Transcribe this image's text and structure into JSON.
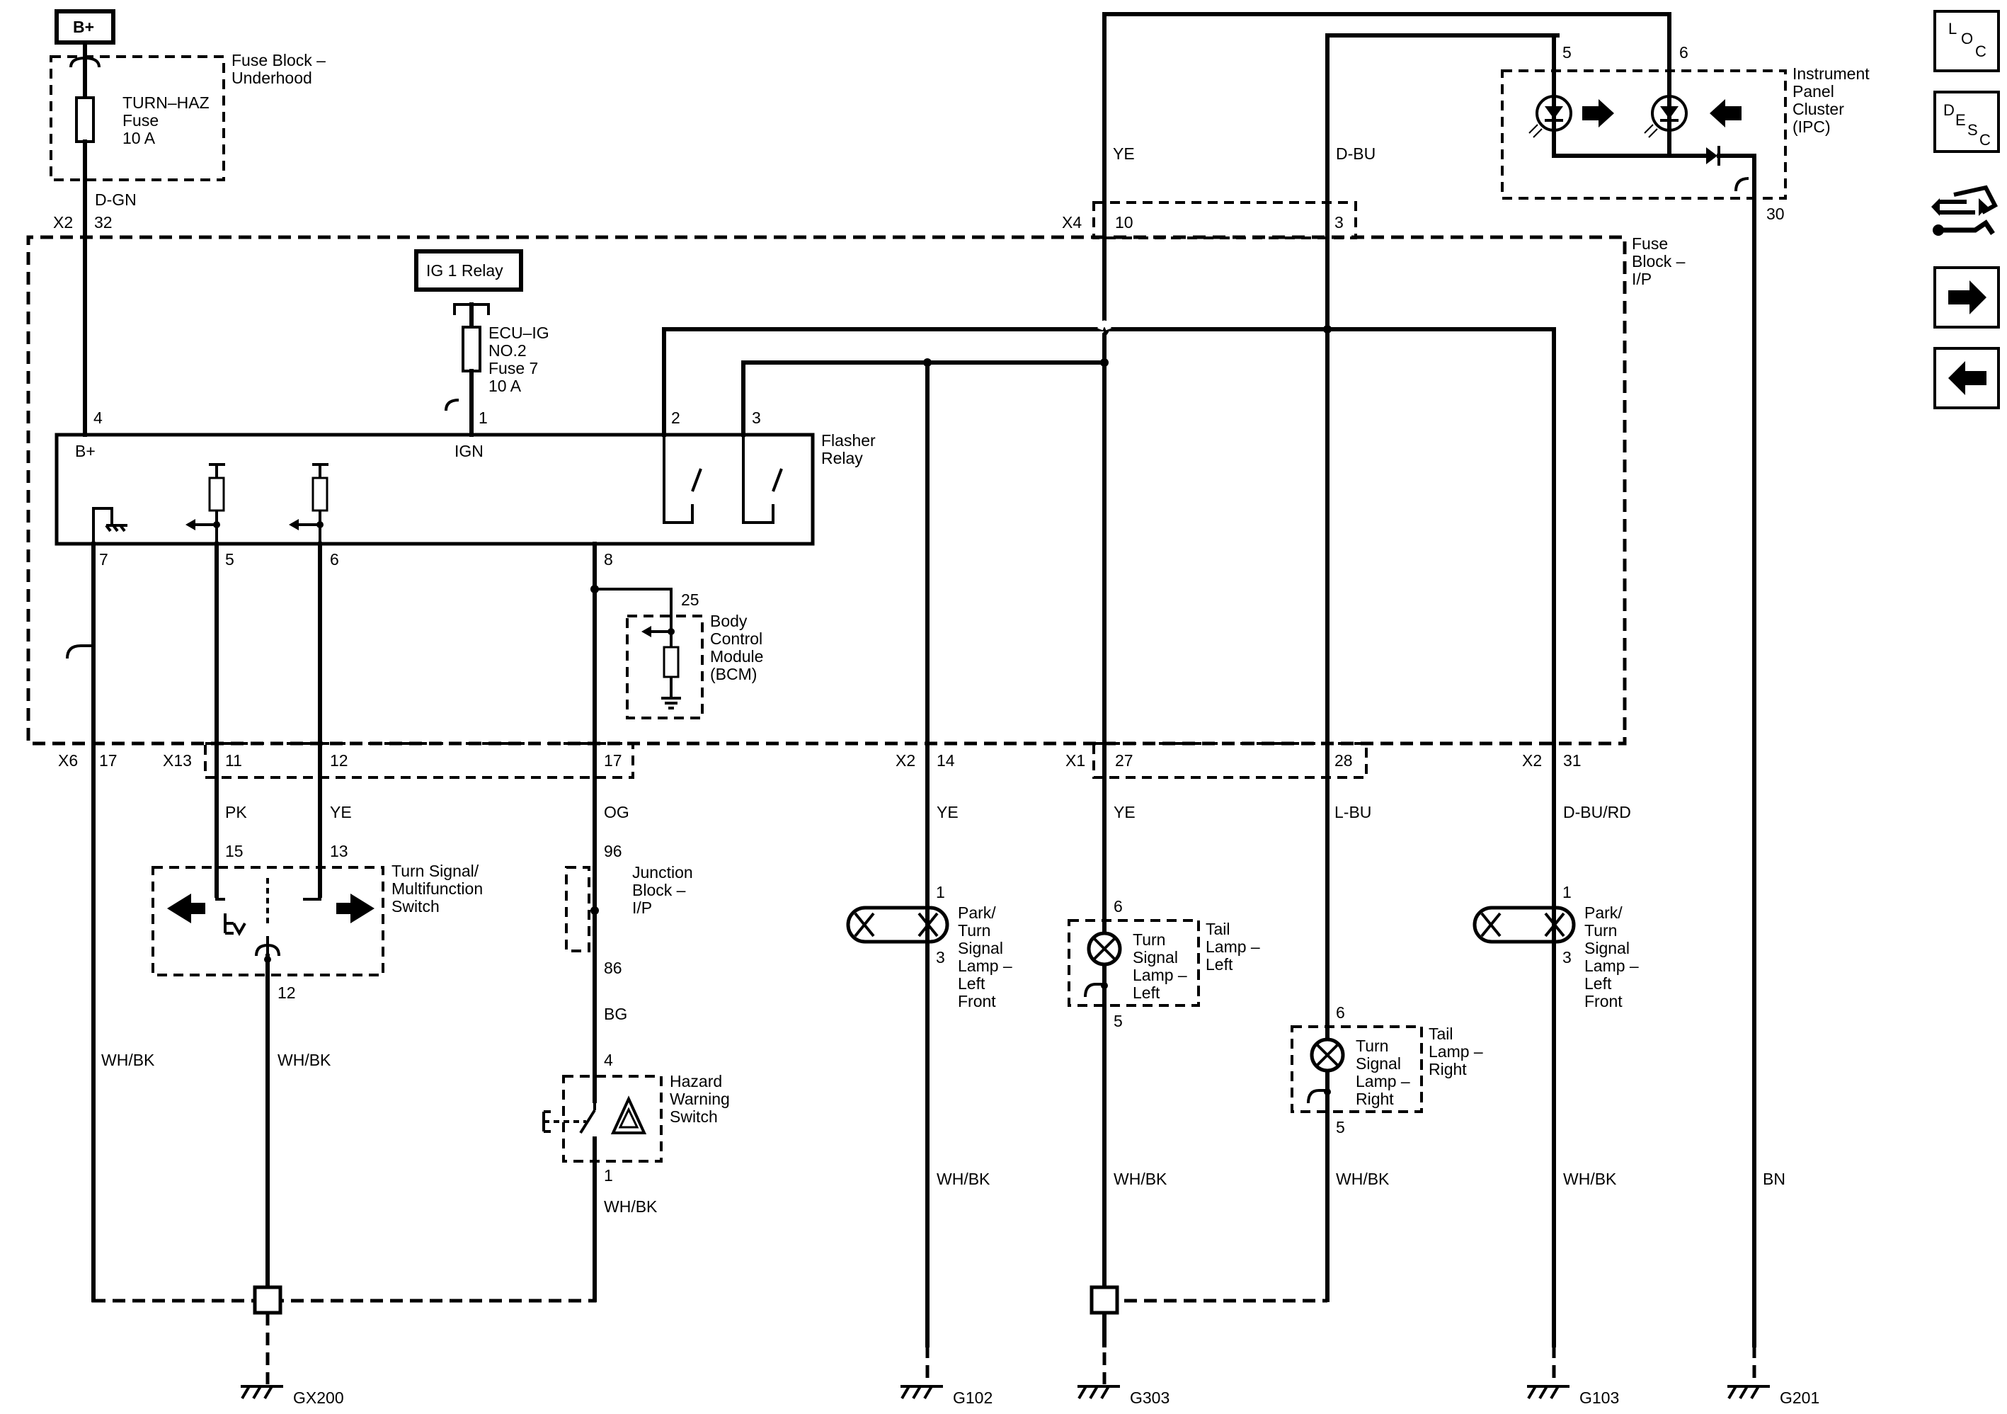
{
  "fuse_block_underhood": {
    "supply": "B+",
    "title_l1": "Fuse Block –",
    "title_l2": "Underhood",
    "fuse_l1": "TURN–HAZ",
    "fuse_l2": "Fuse",
    "fuse_l3": "10 A",
    "wire": "D-GN",
    "connector": "X2",
    "pin": "32"
  },
  "fuse_block_ip": {
    "title_l1": "Fuse",
    "title_l2": "Block –",
    "title_l3": "I/P",
    "relay": "IG 1 Relay",
    "fuse_l1": "ECU–IG",
    "fuse_l2": "NO.2",
    "fuse_l3": "Fuse 7",
    "fuse_l4": "10 A",
    "conn_top": "X4",
    "pin_top_10": "10",
    "pin_top_3": "3"
  },
  "flasher_relay": {
    "title_l1": "Flasher",
    "title_l2": "Relay",
    "label_bplus": "B+",
    "label_ign": "IGN",
    "pin_4": "4",
    "pin_1": "1",
    "pin_2": "2",
    "pin_3": "3",
    "pin_7": "7",
    "pin_5": "5",
    "pin_6": "6",
    "pin_8": "8"
  },
  "bcm": {
    "pin": "25",
    "l1": "Body",
    "l2": "Control",
    "l3": "Module",
    "l4": "(BCM)"
  },
  "ipc": {
    "l1": "Instrument",
    "l2": "Panel",
    "l3": "Cluster",
    "l4": "(IPC)",
    "pin_5": "5",
    "pin_6": "6",
    "pin_30": "30"
  },
  "wires": {
    "ye_top": "YE",
    "dbu_top": "D-BU",
    "pk": "PK",
    "ye_sw": "YE",
    "og": "OG",
    "ye_front": "YE",
    "ye_tail": "YE",
    "lbu": "L-BU",
    "dbu_rd": "D-BU/RD",
    "whbk_1": "WH/BK",
    "whbk_2": "WH/BK",
    "bg": "BG",
    "whbk_3": "WH/BK",
    "whbk_4": "WH/BK",
    "whbk_5": "WH/BK",
    "whbk_6": "WH/BK",
    "whbk_7": "WH/BK",
    "bn": "BN"
  },
  "connectors": {
    "x6": "X6",
    "x6_pin": "17",
    "x13": "X13",
    "x13_pin11": "11",
    "x13_pin12": "12",
    "x13_pin17": "17",
    "x2a": "X2",
    "x2a_pin": "14",
    "x1": "X1",
    "x1_pin27": "27",
    "x1_pin28": "28",
    "x2b": "X2",
    "x2b_pin": "31"
  },
  "turn_switch": {
    "l1": "Turn Signal/",
    "l2": "Multifunction",
    "l3": "Switch",
    "pin_15": "15",
    "pin_13": "13",
    "pin_12": "12"
  },
  "junction_block": {
    "l1": "Junction",
    "l2": "Block –",
    "l3": "I/P",
    "pin_96": "96",
    "pin_86": "86"
  },
  "hazard_switch": {
    "l1": "Hazard",
    "l2": "Warning",
    "l3": "Switch",
    "pin_4": "4",
    "pin_1": "1"
  },
  "lamp_left_front": {
    "l1": "Park/",
    "l2": "Turn",
    "l3": "Signal",
    "l4": "Lamp –",
    "l5": "Left",
    "l6": "Front",
    "pin_1": "1",
    "pin_3": "3"
  },
  "lamp_tail_left": {
    "a1": "Turn",
    "a2": "Signal",
    "a3": "Lamp –",
    "a4": "Left",
    "b1": "Tail",
    "b2": "Lamp –",
    "b3": "Left",
    "pin_6": "6",
    "pin_5": "5"
  },
  "lamp_tail_right": {
    "a1": "Turn",
    "a2": "Signal",
    "a3": "Lamp –",
    "a4": "Right",
    "b1": "Tail",
    "b2": "Lamp –",
    "b3": "Right",
    "pin_6": "6",
    "pin_5": "5"
  },
  "lamp_right_front": {
    "l1": "Park/",
    "l2": "Turn",
    "l3": "Signal",
    "l4": "Lamp –",
    "l5": "Left",
    "l6": "Front",
    "pin_1": "1",
    "pin_3": "3"
  },
  "grounds": {
    "gx200": "GX200",
    "g102": "G102",
    "g303": "G303",
    "g103": "G103",
    "g201": "G201"
  },
  "nav": {
    "loc_1": "L",
    "loc_2": "O",
    "loc_3": "C",
    "desc_1": "D",
    "desc_2": "E",
    "desc_3": "S",
    "desc_4": "C",
    "icons": [
      "location-icon",
      "description-icon",
      "connector-icon",
      "forward-arrow-icon",
      "back-arrow-icon"
    ]
  }
}
